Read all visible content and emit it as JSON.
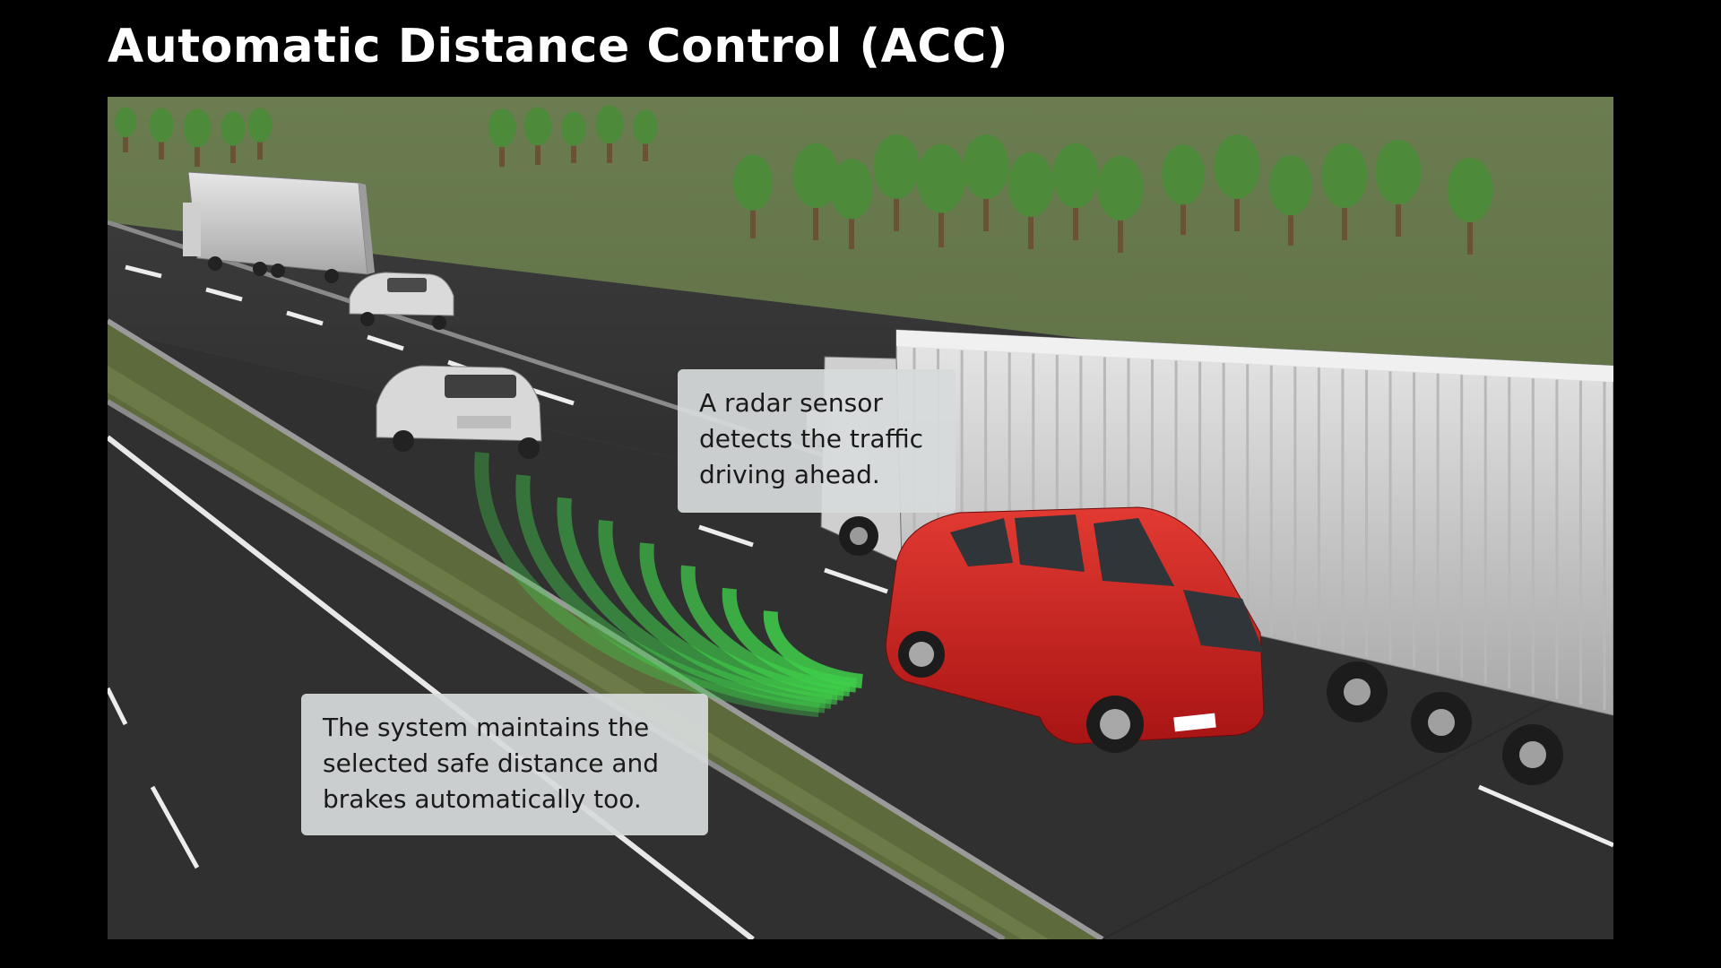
{
  "title": "Automatic Distance Control (ACC)",
  "callouts": {
    "radar": [
      "A radar sensor",
      "detects the traffic",
      "driving ahead."
    ],
    "system": [
      "The system maintains the",
      "selected safe distance and",
      "brakes automatically too."
    ]
  },
  "colors": {
    "background": "#000000",
    "grass": "#5b6e40",
    "road": "#2e2e2e",
    "radar_wave": "#3fcf4a",
    "red_car": "#d01e1e",
    "white_vehicle": "#d9d9d9"
  },
  "icons": [
    "truck-icon",
    "car-icon",
    "tree-icon",
    "radar-wave-icon",
    "guardrail-icon"
  ]
}
